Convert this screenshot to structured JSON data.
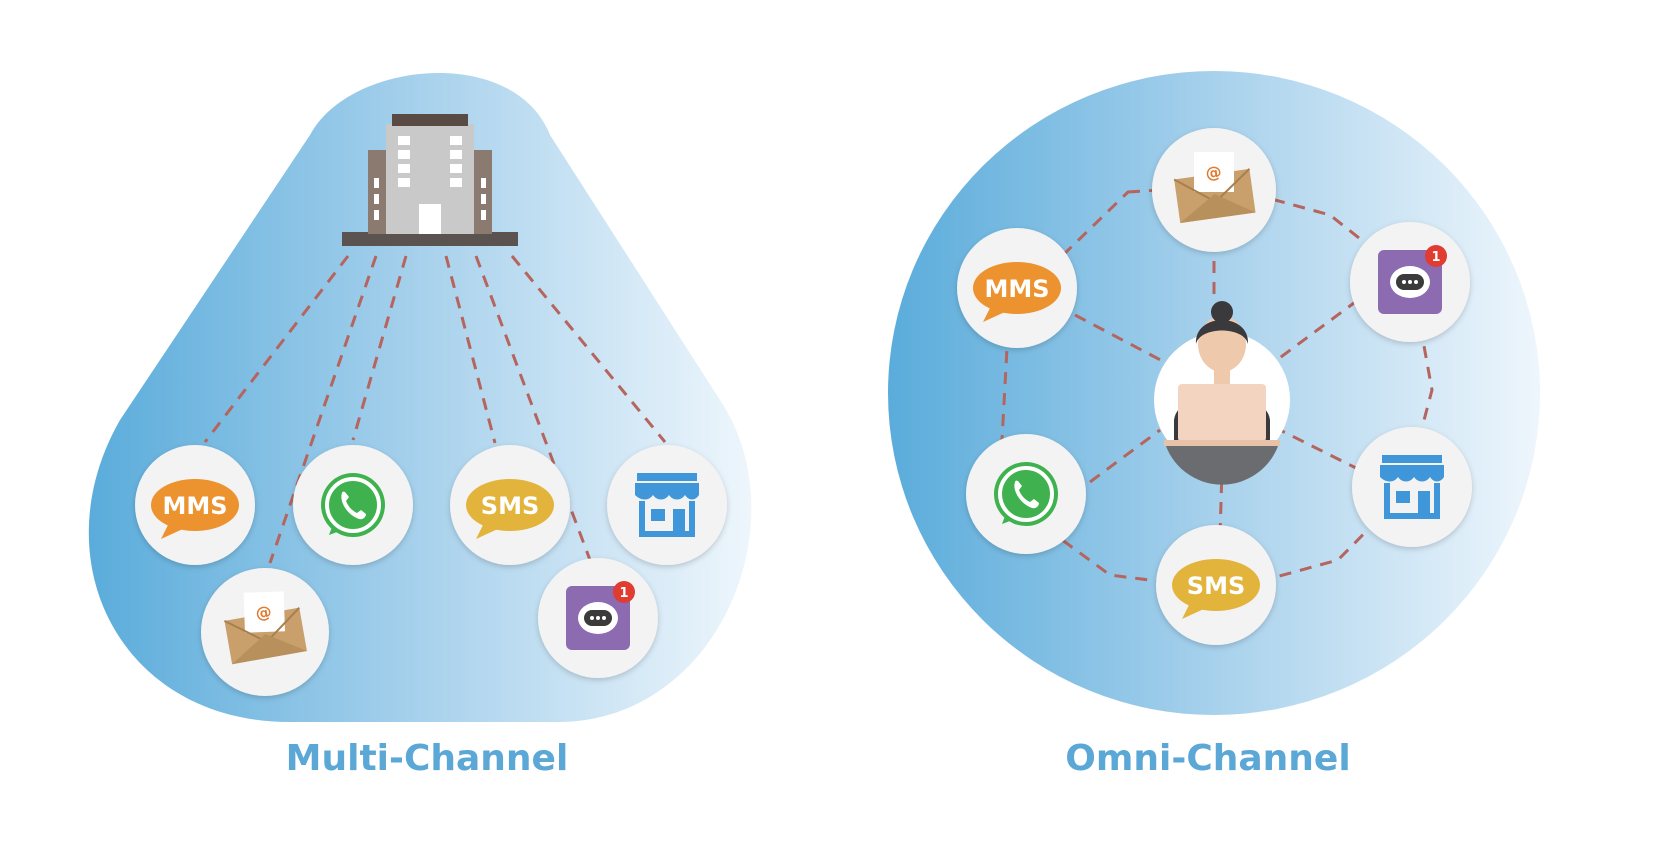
{
  "colors": {
    "caption": "#5ba7d6",
    "blob_dark": "#5aacdb",
    "blob_light": "#eaf4fb",
    "dash": "#b5645e",
    "node": "#f3f3f3",
    "mms": "#ec922e",
    "sms": "#e3b43c",
    "whatsapp": "#3fb24f",
    "store": "#3f97d9",
    "chat": "#8c6bb1",
    "badge": "#e03c31",
    "envelope": "#c9a06c",
    "building_light": "#c8c8c8",
    "building_dark": "#8a7a70"
  },
  "multi_channel": {
    "title": "Multi-Channel",
    "hub_icon": "office-building-icon",
    "channels": [
      {
        "name": "mms",
        "icon": "mms-bubble-icon",
        "label": "MMS"
      },
      {
        "name": "whatsapp",
        "icon": "whatsapp-icon"
      },
      {
        "name": "sms",
        "icon": "sms-bubble-icon",
        "label": "SMS"
      },
      {
        "name": "store",
        "icon": "storefront-icon"
      },
      {
        "name": "email",
        "icon": "email-envelope-icon"
      },
      {
        "name": "chat",
        "icon": "chat-app-icon",
        "badge": "1"
      }
    ]
  },
  "omni_channel": {
    "title": "Omni-Channel",
    "hub_icon": "agent-at-laptop-icon",
    "channels": [
      {
        "name": "email",
        "icon": "email-envelope-icon"
      },
      {
        "name": "chat",
        "icon": "chat-app-icon",
        "badge": "1"
      },
      {
        "name": "store",
        "icon": "storefront-icon"
      },
      {
        "name": "sms",
        "icon": "sms-bubble-icon",
        "label": "SMS"
      },
      {
        "name": "whatsapp",
        "icon": "whatsapp-icon"
      },
      {
        "name": "mms",
        "icon": "mms-bubble-icon",
        "label": "MMS"
      }
    ]
  }
}
